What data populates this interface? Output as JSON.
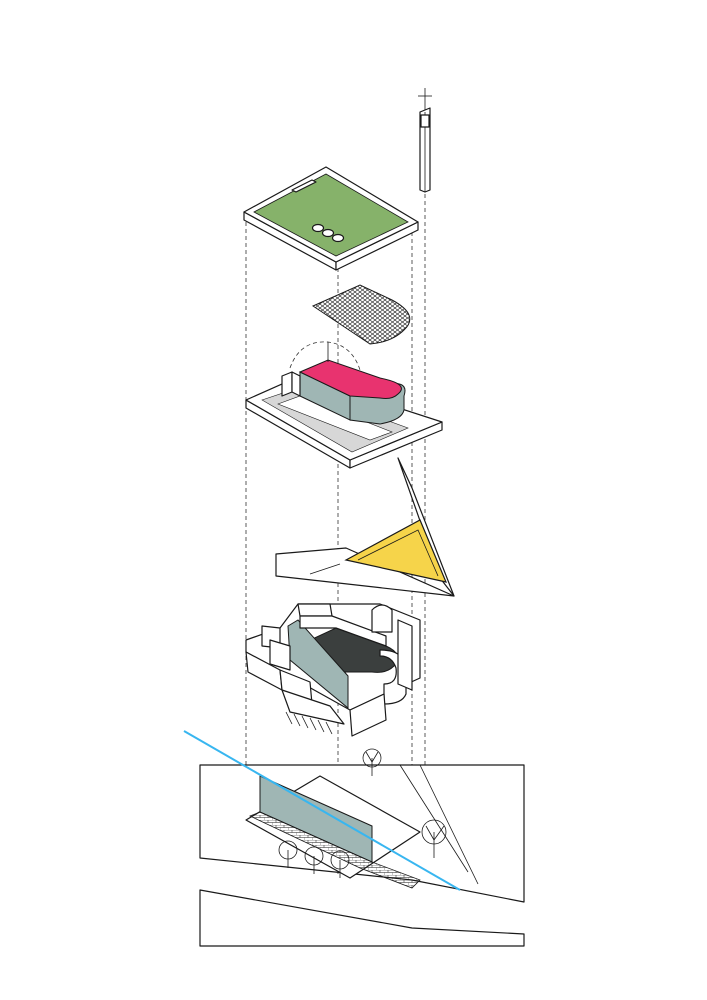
{
  "diagram": {
    "type": "exploded-axonometric",
    "layers": [
      {
        "id": "spire",
        "name": "spire-with-cross"
      },
      {
        "id": "roof",
        "name": "green-roof-slab"
      },
      {
        "id": "lattice",
        "name": "lattice-screen"
      },
      {
        "id": "upper-floor",
        "name": "upper-floor-with-apse"
      },
      {
        "id": "wedge",
        "name": "folded-wedge-plate"
      },
      {
        "id": "ground",
        "name": "ground-floor-walls"
      },
      {
        "id": "site",
        "name": "site-base"
      }
    ],
    "colors": {
      "roof": "#86b26a",
      "apse": "#e8336f",
      "wall": "#9fb6b4",
      "wedge": "#f6d44a",
      "ground_floor": "#3b3f3e",
      "site_line": "#38b6f0",
      "slab_shade": "#d7d7d7",
      "stroke": "#1a1a1a"
    }
  }
}
